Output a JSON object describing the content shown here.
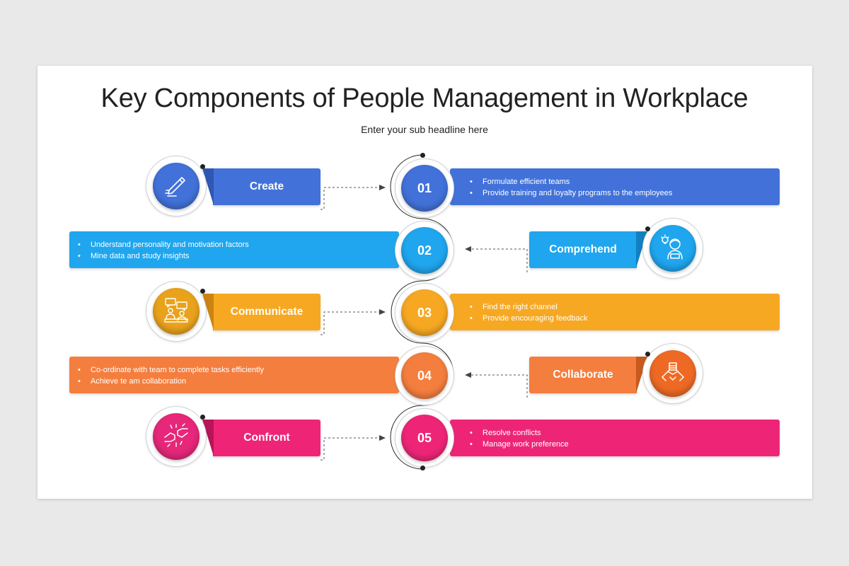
{
  "title": "Key Components of People Management in Workplace",
  "subtitle": "Enter your sub headline here",
  "colors": {
    "blue": "#4272d9",
    "sky": "#1fa6ee",
    "amber": "#f7a822",
    "orange": "#f47e3e",
    "pink": "#ee2577"
  },
  "steps": [
    {
      "number": "01",
      "label": "Create",
      "icon": "pencil-icon",
      "points": [
        "Formulate efficient teams",
        "Provide training and loyalty programs to the employees"
      ]
    },
    {
      "number": "02",
      "label": "Comprehend",
      "icon": "idea-person-icon",
      "points": [
        "Understand personality and motivation factors",
        "Mine data and study insights"
      ]
    },
    {
      "number": "03",
      "label": "Communicate",
      "icon": "meeting-icon",
      "points": [
        "Find the right channel",
        "Provide encouraging feedback"
      ]
    },
    {
      "number": "04",
      "label": "Collaborate",
      "icon": "hands-together-icon",
      "points": [
        "Co-ordinate with team to complete tasks efficiently",
        "Achieve te am collaboration"
      ]
    },
    {
      "number": "05",
      "label": "Confront",
      "icon": "fist-bump-icon",
      "points": [
        "Resolve conflicts",
        "Manage work preference"
      ]
    }
  ]
}
